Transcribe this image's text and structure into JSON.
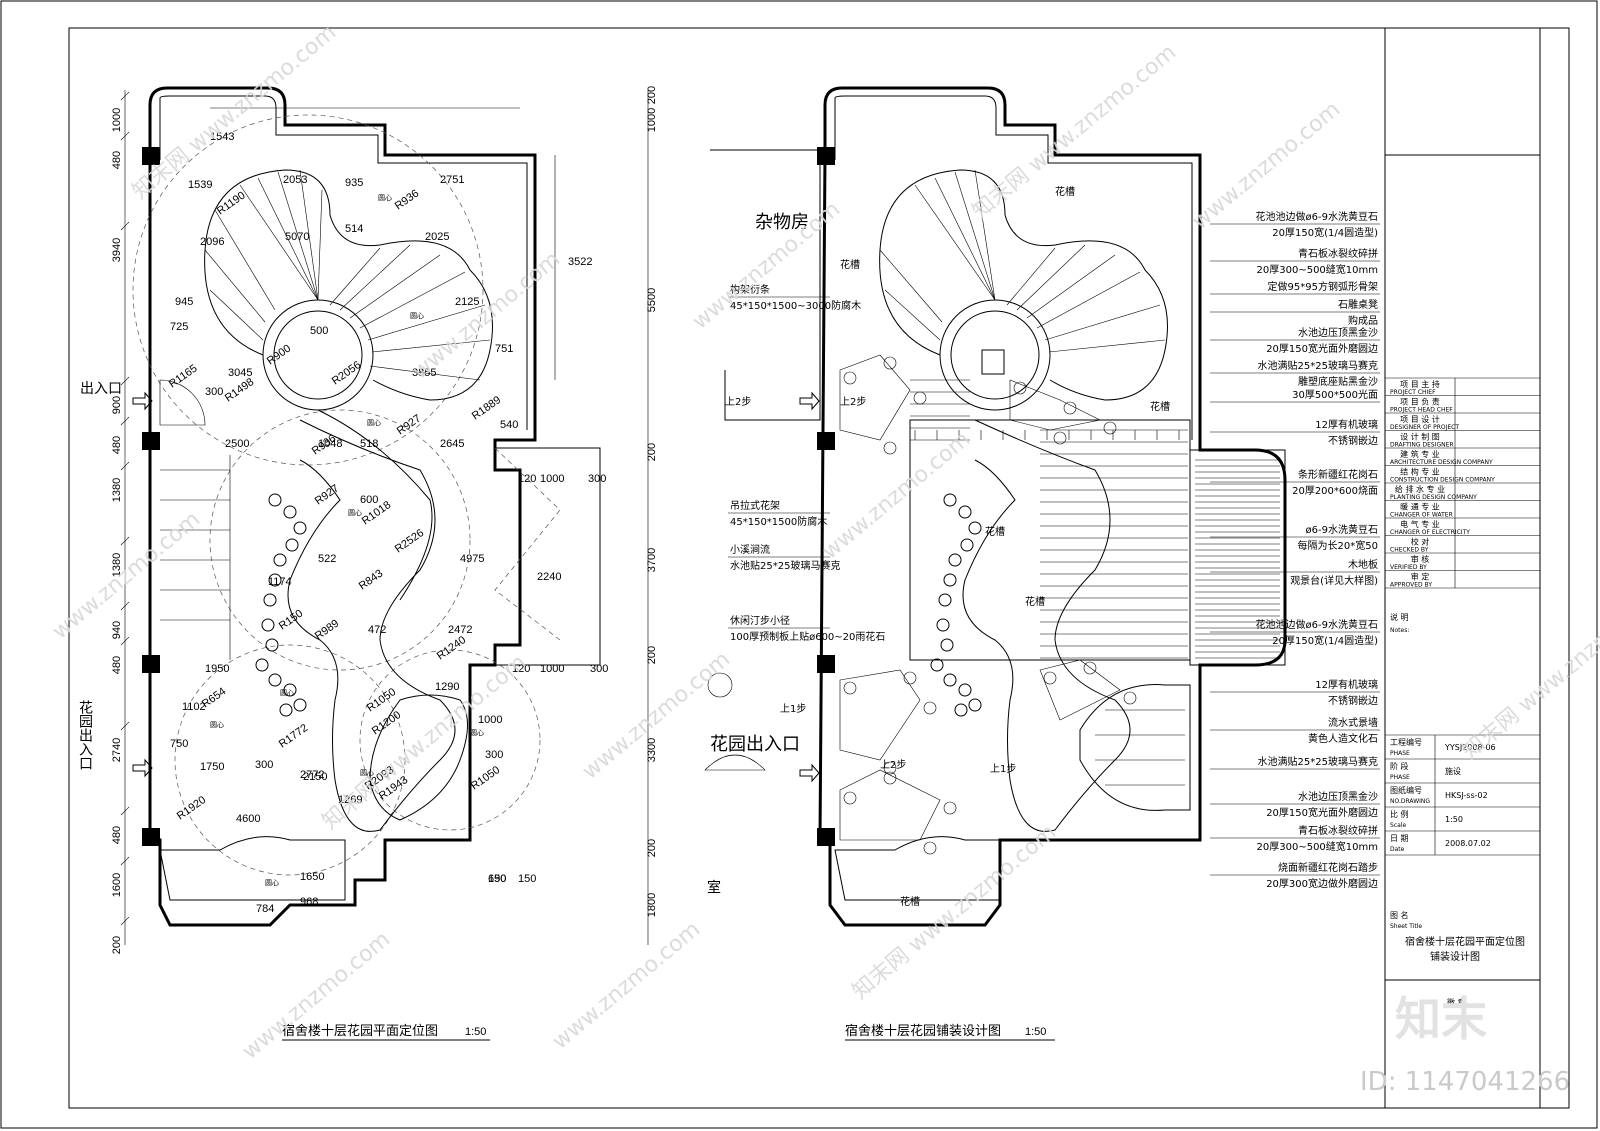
{
  "left_plan": {
    "title": "宿舍楼十层花园平面定位图",
    "scale": "1:50",
    "entrance_label_1": "出入口",
    "entrance_label_2": "花园出入口",
    "left_dims": [
      "1000",
      "480",
      "3940",
      "900",
      "480",
      "1380",
      "1380",
      "940",
      "480",
      "2740",
      "480",
      "1600",
      "200"
    ],
    "top_dims": [
      "1543",
      "1539",
      "2053",
      "935",
      "2751",
      "5070",
      "514",
      "2025",
      "3522",
      "2096",
      "2125",
      "945",
      "725",
      "500",
      "751",
      "3855",
      "540"
    ],
    "radius_labels": [
      "R1190",
      "R936",
      "R1165",
      "R1498",
      "R900",
      "R2056",
      "R927",
      "R1889",
      "R936",
      "R927",
      "R1018",
      "R2526",
      "R843",
      "R150",
      "R989",
      "R1240",
      "R654",
      "R1772",
      "R1050",
      "R1200",
      "R2093",
      "R1943",
      "R1050",
      "R1920"
    ],
    "misc_dims": [
      "300",
      "3045",
      "2500",
      "1048",
      "518",
      "2645",
      "120",
      "1000",
      "300",
      "600",
      "522",
      "4975",
      "2240",
      "1174",
      "472",
      "2472",
      "1950",
      "1102",
      "750",
      "1750",
      "300",
      "2772",
      "1290",
      "1000",
      "300",
      "2150",
      "1269",
      "4600",
      "1650",
      "968",
      "784",
      "150",
      "690",
      "150",
      "120",
      "1000",
      "300"
    ],
    "center_mark": "圆心"
  },
  "right_plan": {
    "title": "宿舍楼十层花园铺装设计图",
    "scale": "1:50",
    "room_storage": "杂物房",
    "entrance": "花园出入口",
    "planter": "花槽",
    "step_up_2": "上2步",
    "step_up_1": "上1步",
    "room_partial": "室",
    "right_dims": [
      "200",
      "1000",
      "5500",
      "200",
      "3700",
      "200",
      "3300",
      "200",
      "1800"
    ],
    "callouts_left": [
      {
        "line1": "构架衍条",
        "line2": "45*150*1500~3000防腐木"
      },
      {
        "line1": "吊拉式花架",
        "line2": "45*150*1500防腐木"
      },
      {
        "line1": "小溪涧流",
        "line2": "水池贴25*25玻璃马赛克"
      },
      {
        "line1": "休闲汀步小径",
        "line2": "100厚预制板上贴ø600~20雨花石"
      }
    ],
    "callouts_right": [
      {
        "line1": "花池池边做ø6-9水洗黄豆石",
        "line2": "20厚150宽(1/4圆造型)"
      },
      {
        "line1": "青石板冰裂纹碎拼",
        "line2": "20厚300~500缝宽10mm"
      },
      {
        "line1": "定做95*95方钢弧形骨架",
        "line2": ""
      },
      {
        "line1": "石雕桌凳",
        "line2": "购成品"
      },
      {
        "line1": "水池边压顶黑金沙",
        "line2": "20厚150宽光面外磨圆边"
      },
      {
        "line1": "水池满贴25*25玻璃马赛克",
        "line2": "雕塑底座贴黑金沙"
      },
      {
        "line1": "30厚500*500光面",
        "line2": ""
      },
      {
        "line1": "12厚有机玻璃",
        "line2": "不锈钢嵌边"
      },
      {
        "line1": "条形新疆红花岗石",
        "line2": "20厚200*600烧面"
      },
      {
        "line1": "ø6-9水洗黄豆石",
        "line2": "每隔为长20*宽50"
      },
      {
        "line1": "木地板",
        "line2": "观景台(详见大样图)"
      },
      {
        "line1": "花池池边做ø6-9水洗黄豆石",
        "line2": "20厚150宽(1/4圆造型)"
      },
      {
        "line1": "12厚有机玻璃",
        "line2": "不锈钢嵌边"
      },
      {
        "line1": "流水式景墙",
        "line2": "黄色人造文化石"
      },
      {
        "line1": "水池满贴25*25玻璃马赛克",
        "line2": ""
      },
      {
        "line1": "水池边压顶黑金沙",
        "line2": "20厚150宽光面外磨圆边"
      },
      {
        "line1": "青石板冰裂纹碎拼",
        "line2": "20厚300~500缝宽10mm"
      },
      {
        "line1": "烧面新疆红花岗石踏步",
        "line2": "20厚300宽边做外磨圆边"
      }
    ]
  },
  "title_block": {
    "rows": [
      {
        "cn": "项 目 主 持",
        "en": "PROJECT CHIEF"
      },
      {
        "cn": "项 目 负 责",
        "en": "PROJECT HEAD CHEF"
      },
      {
        "cn": "项 目 设 计",
        "en": "DESIGNER OF PROJECT"
      },
      {
        "cn": "设 计 制 图",
        "en": "DRAFTING DESIGNER"
      },
      {
        "cn": "建 筑 专 业",
        "en": "ARCHITECTURE DESIGN COMPANY"
      },
      {
        "cn": "结 构 专 业",
        "en": "CONSTRUCTION DESIGN COMPANY"
      },
      {
        "cn": "给 排 水 专 业",
        "en": "PLANTING DESIGN COMPANY"
      },
      {
        "cn": "暖 通 专 业",
        "en": "CHANGER OF WATER"
      },
      {
        "cn": "电 气 专 业",
        "en": "CHANGER OF ELECTRICITY"
      },
      {
        "cn": "校 对",
        "en": "CHECKED BY"
      },
      {
        "cn": "审 核",
        "en": "VERIFIED BY"
      },
      {
        "cn": "审 定",
        "en": "APPROVED BY"
      }
    ],
    "notes_cn": "说 明",
    "notes_en": "Notes:",
    "project_no_label": "工程编号",
    "project_no_en": "PHASE",
    "project_no": "YYSJ2008-06",
    "phase_label": "阶 段",
    "phase_en": "PHASE",
    "phase": "施设",
    "drawing_no_label": "图纸编号",
    "drawing_no_en": "NO.DRAWING",
    "drawing_no": "HKSJ-ss-02",
    "scale_label": "比 例",
    "scale_en": "Scale",
    "scale": "1:50",
    "date_label": "日 期",
    "date_en": "Date",
    "date": "2008.07.02",
    "sheet_title_label": "图 名",
    "sheet_title_en": "Sheet Title",
    "sheet_title_1": "宿舍楼十层花园平面定位图",
    "sheet_title_2": "铺装设计图",
    "seal_label": "徽 章"
  },
  "watermarks": {
    "site": "www.znzmo.com",
    "brand": "知末网",
    "logo": "知末",
    "id": "ID: 1147041266"
  }
}
